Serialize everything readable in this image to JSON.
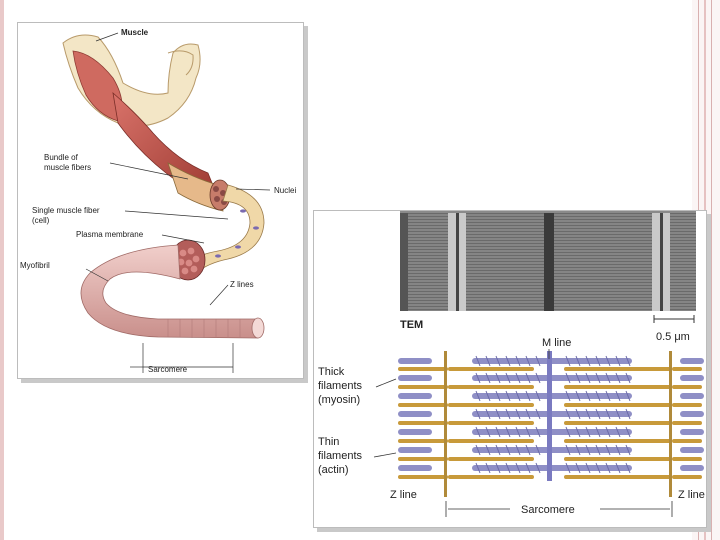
{
  "left_figure": {
    "labels": {
      "muscle": "Muscle",
      "bundle_line1": "Bundle of",
      "bundle_line2": "muscle fibers",
      "single_line1": "Single muscle fiber",
      "single_line2": "(cell)",
      "plasma": "Plasma membrane",
      "nuclei": "Nuclei",
      "myofibril": "Myofibril",
      "zlines": "Z lines",
      "sarcomere": "Sarcomere"
    }
  },
  "right_figure": {
    "labels": {
      "tem": "TEM",
      "scale": "0.5 μm",
      "mline": "M line",
      "thick_line1": "Thick",
      "thick_line2": "filaments",
      "thick_line3": "(myosin)",
      "thin_line1": "Thin",
      "thin_line2": "filaments",
      "thin_line3": "(actin)",
      "zline_left": "Z line",
      "zline_right": "Z line",
      "sarcomere": "Sarcomere"
    }
  },
  "colors": {
    "myosin": "#8f8fc6",
    "actin": "#c89a3a",
    "muscle": "#c8605a",
    "fiber": "#e6c79a",
    "myofibril": "#e3b3ae",
    "accent_edge": "#e9c9c9"
  }
}
